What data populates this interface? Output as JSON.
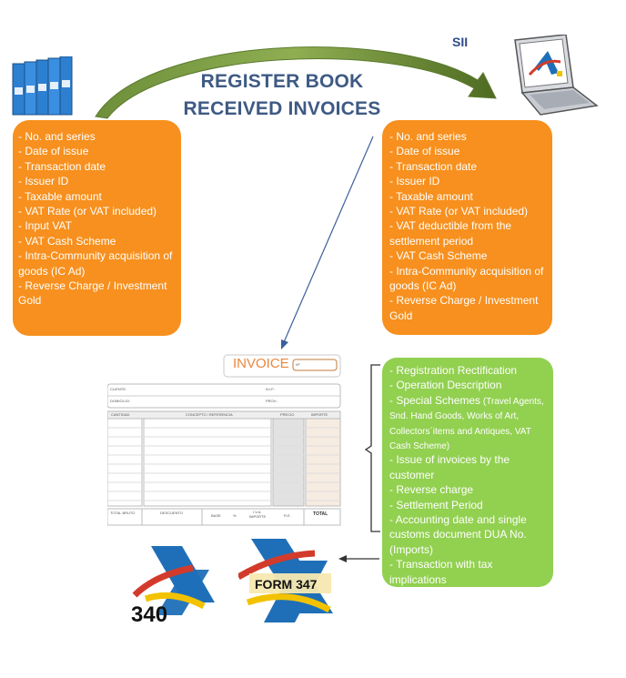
{
  "title": {
    "line1": "REGISTER BOOK",
    "line2": "RECEIVED INVOICES"
  },
  "sii_label": "SII",
  "left_box": {
    "items": [
      "- No. and series",
      "- Date of issue",
      "- Transaction date",
      "- Issuer ID",
      "- Taxable amount",
      "- VAT Rate (or VAT included)",
      "- Input VAT",
      "- VAT Cash Scheme",
      "- Intra-Community acquisition of goods (IC Ad)",
      "- Reverse Charge / Investment Gold"
    ]
  },
  "right_box": {
    "items": [
      "- No. and series",
      "- Date of issue",
      "- Transaction date",
      "- Issuer ID",
      "- Taxable amount",
      "- VAT Rate (or VAT included)",
      "- VAT deductible from the settlement period",
      "- VAT Cash Scheme",
      "- Intra-Community acquisition of goods (IC Ad)",
      "- Reverse Charge / Investment Gold"
    ]
  },
  "green_box": {
    "items": [
      {
        "main": "- Registration Rectification",
        "sub": ""
      },
      {
        "main": "- Operation Description",
        "sub": ""
      },
      {
        "main": "- Special Schemes",
        "sub": " (Travel Agents, Snd. Hand Goods, Works of Art, Collectors´items and Antiques, VAT Cash Scheme)"
      },
      {
        "main": "- Issue of invoices by the customer",
        "sub": ""
      },
      {
        "main": "- Reverse charge",
        "sub": ""
      },
      {
        "main": "- Settlement Period",
        "sub": ""
      },
      {
        "main": "- Accounting date and single customs document DUA No. (Imports)",
        "sub": ""
      },
      {
        "main": "- Transaction with tax implications",
        "sub": ""
      }
    ]
  },
  "invoice": {
    "title": "INVOICE",
    "number_label": "Nº",
    "cliente": "CLIENTE:",
    "nif": "N.I.F.:",
    "domicilio": "DOMICILIO:",
    "prov": "PROV.:",
    "col_cantidad": "CANTIDAD",
    "col_concepto": "CONCEPTO / REFERENCIA",
    "col_precio": "PRECIO",
    "col_importe": "IMPORTE",
    "foot_bruto": "TOTAL BRUTO",
    "foot_descuento": "DESCUENTO",
    "foot_base": "BASE",
    "foot_pct": "%",
    "foot_iva": "I.V.A.",
    "foot_importe": "IMPORTE",
    "foot_re": "R.E.",
    "foot_total": "TOTAL"
  },
  "logos": {
    "logo1_text": "340",
    "logo2_text": "FORM 347"
  },
  "colors": {
    "orange": "#f7901e",
    "green": "#92d050",
    "title": "#3e5a84",
    "arrow_green": "#5a7a2c",
    "agency_blue": "#1f6fb8",
    "agency_yellow": "#f2c200"
  }
}
